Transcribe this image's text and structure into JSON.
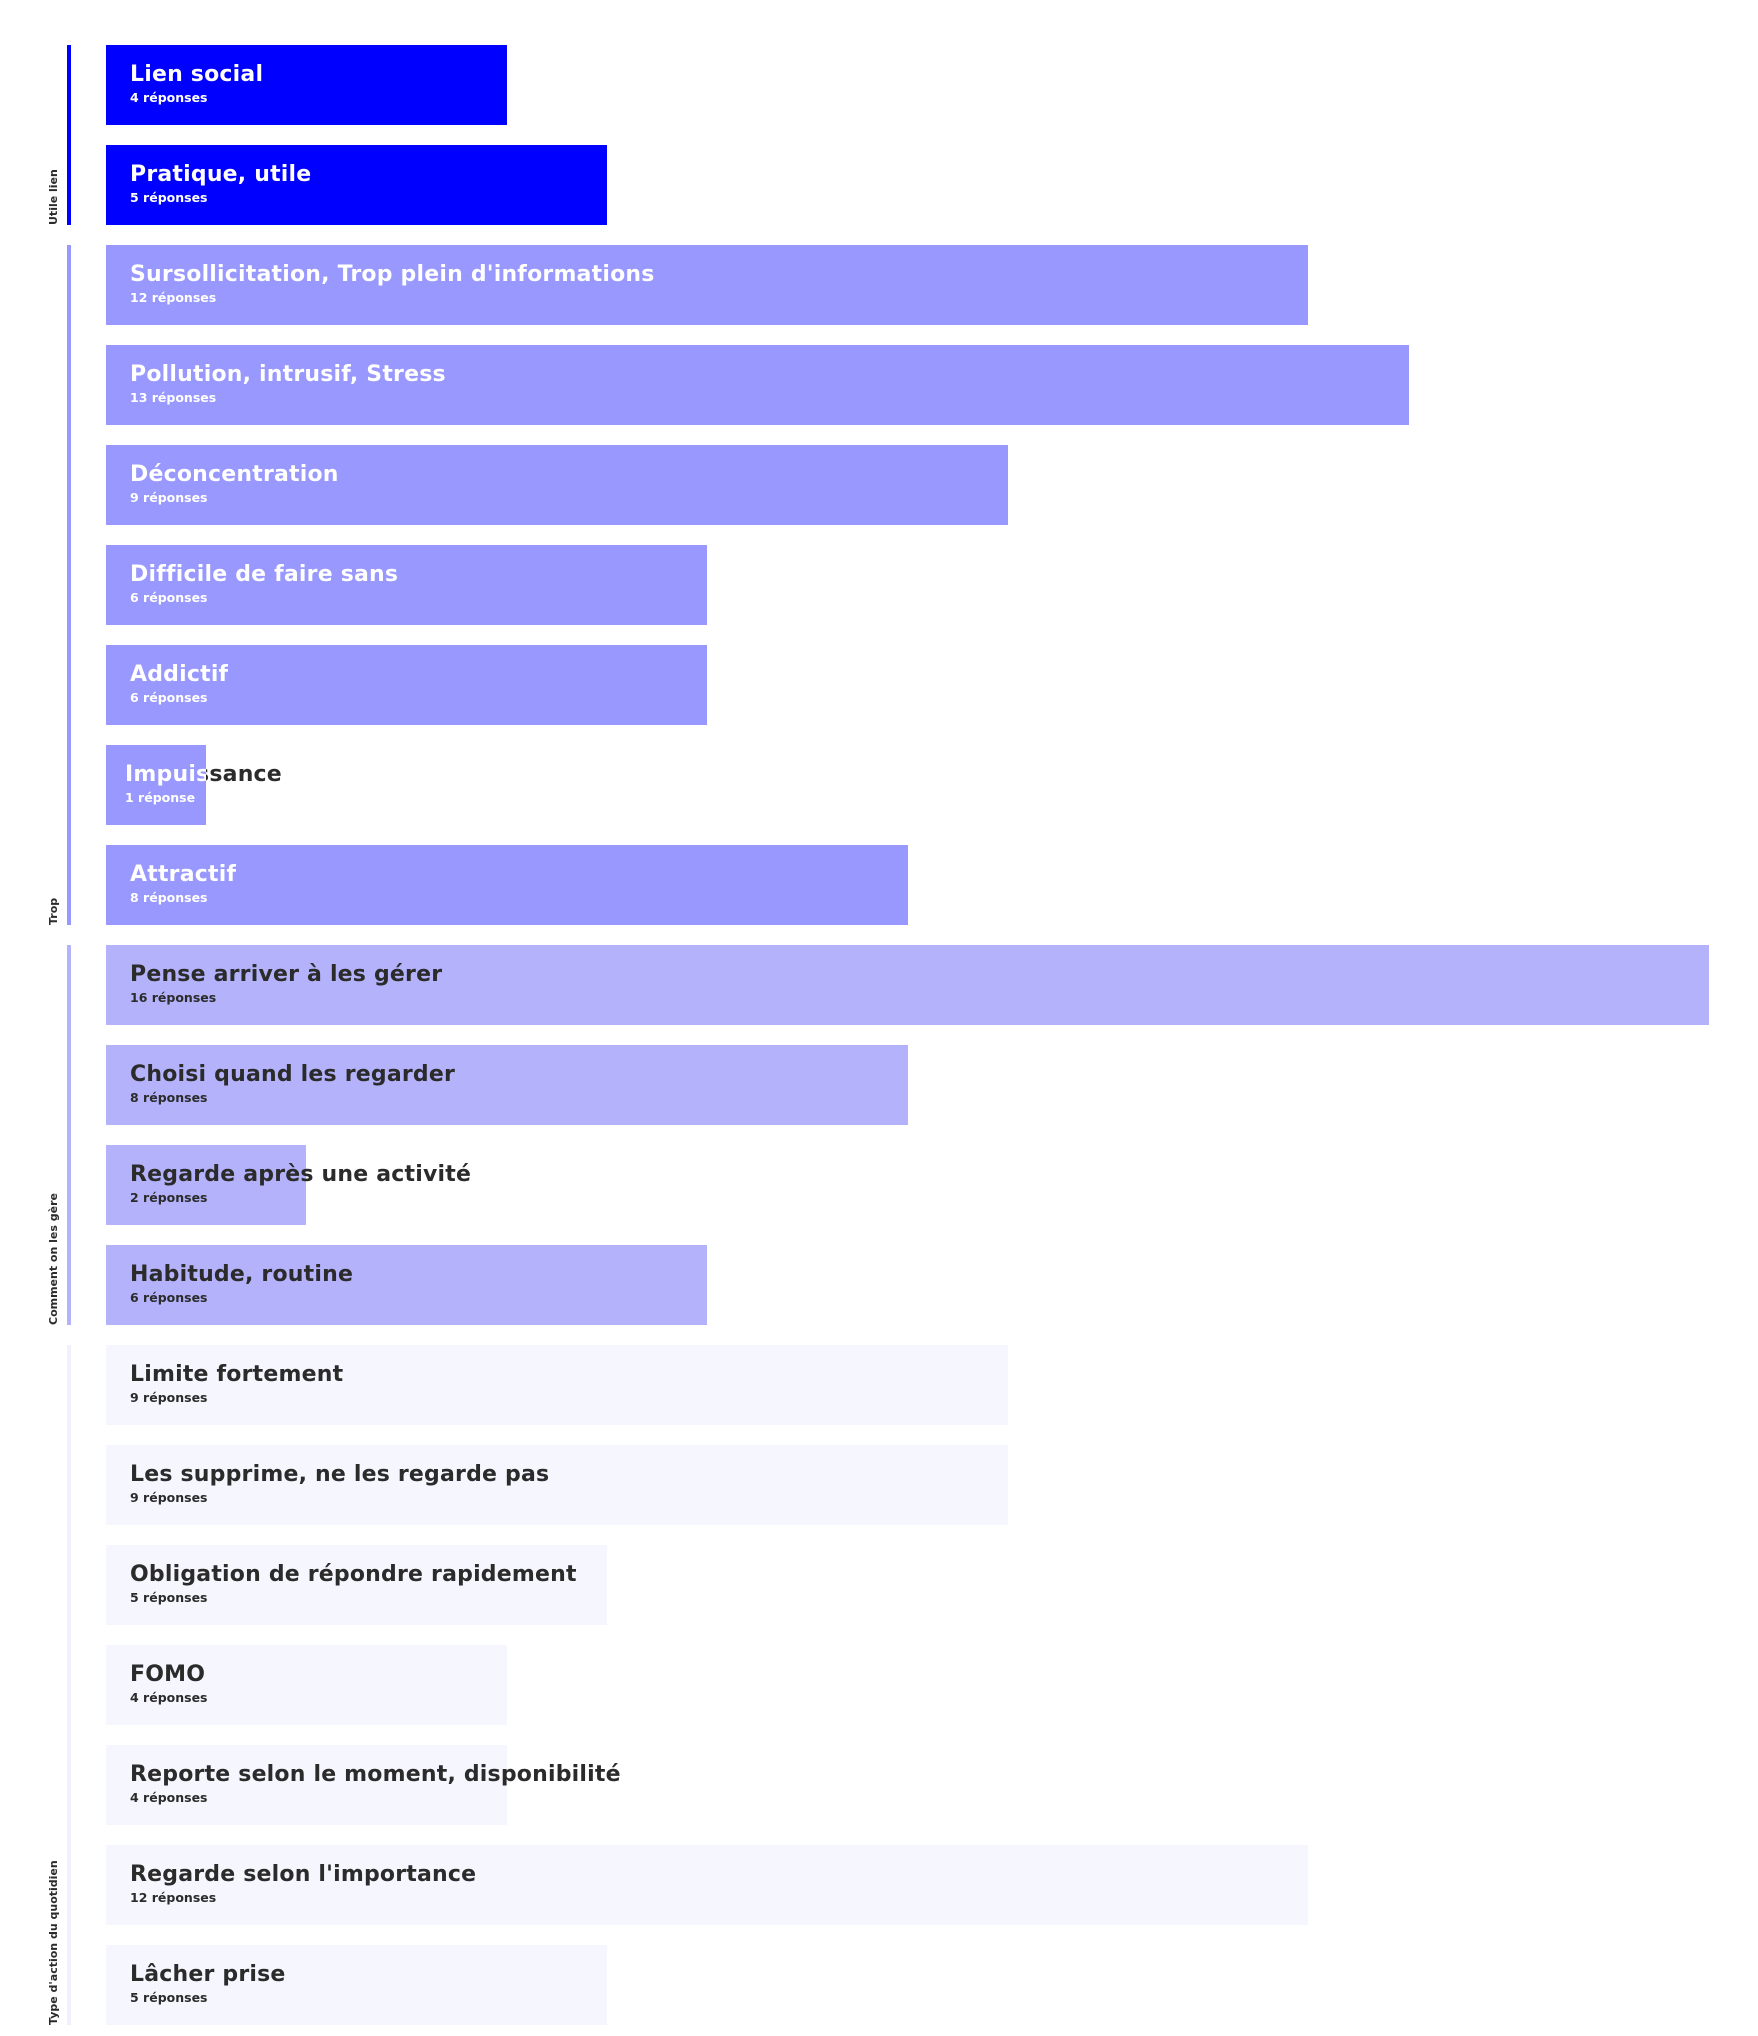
{
  "colors": {
    "strong": "#0000ff",
    "medium": "#9898ff",
    "light": "#b3b2fb",
    "faint": "#f6f6fe",
    "text_light": "#ffffff",
    "text_dark": "#2b2b2b"
  },
  "chart_data": {
    "type": "bar",
    "orientation": "horizontal",
    "xlim": [
      0,
      16
    ],
    "unit_singular": "réponse",
    "unit_plural": "réponses",
    "groups": [
      {
        "name": "Utile lien",
        "color": "#0000ff",
        "text_color": "#ffffff",
        "line_color": "#0000ff",
        "items": [
          {
            "label": "Lien social",
            "value": 4,
            "count_label": "4 réponses"
          },
          {
            "label": "Pratique, utile",
            "value": 5,
            "count_label": "5 réponses"
          }
        ]
      },
      {
        "name": "Trop",
        "color": "#9898ff",
        "text_color": "#ffffff",
        "line_color": "#9898ff",
        "items": [
          {
            "label": "Sursollicitation, Trop plein d'informations",
            "value": 12,
            "count_label": "12 réponses"
          },
          {
            "label": "Pollution, intrusif, Stress",
            "value": 13,
            "count_label": "13 réponses"
          },
          {
            "label": "Déconcentration",
            "value": 9,
            "count_label": "9 réponses"
          },
          {
            "label": "Difficile de faire sans",
            "value": 6,
            "count_label": "6 réponses"
          },
          {
            "label": "Addictif",
            "value": 6,
            "count_label": "6 réponses"
          },
          {
            "label": "Impuissance",
            "value": 1,
            "count_label": "1 réponse"
          },
          {
            "label": "Attractif",
            "value": 8,
            "count_label": "8 réponses"
          }
        ]
      },
      {
        "name": "Comment on les gère",
        "color": "#b3b2fb",
        "text_color": "#2b2b2b",
        "line_color": "#b3b2fb",
        "items": [
          {
            "label": "Pense arriver à les gérer",
            "value": 16,
            "count_label": "16 réponses"
          },
          {
            "label": "Choisi quand les regarder",
            "value": 8,
            "count_label": "8 réponses"
          },
          {
            "label": "Regarde après une activité",
            "value": 2,
            "count_label": "2 réponses"
          },
          {
            "label": "Habitude, routine",
            "value": 6,
            "count_label": "6 réponses"
          }
        ]
      },
      {
        "name": "Type d'action du quotidien",
        "color": "#f6f6fe",
        "text_color": "#2b2b2b",
        "line_color": "#f1f1fb",
        "items": [
          {
            "label": "Limite fortement",
            "value": 9,
            "count_label": "9 réponses"
          },
          {
            "label": "Les supprime, ne les regarde pas",
            "value": 9,
            "count_label": "9 réponses"
          },
          {
            "label": "Obligation de répondre rapidement",
            "value": 5,
            "count_label": "5 réponses"
          },
          {
            "label": "FOMO",
            "value": 4,
            "count_label": "4 réponses"
          },
          {
            "label": "Reporte selon le moment, disponibilité",
            "value": 4,
            "count_label": "4 réponses"
          },
          {
            "label": "Regarde selon l'importance",
            "value": 12,
            "count_label": "12 réponses"
          },
          {
            "label": "Lâcher prise",
            "value": 5,
            "count_label": "5 réponses"
          }
        ]
      }
    ]
  }
}
